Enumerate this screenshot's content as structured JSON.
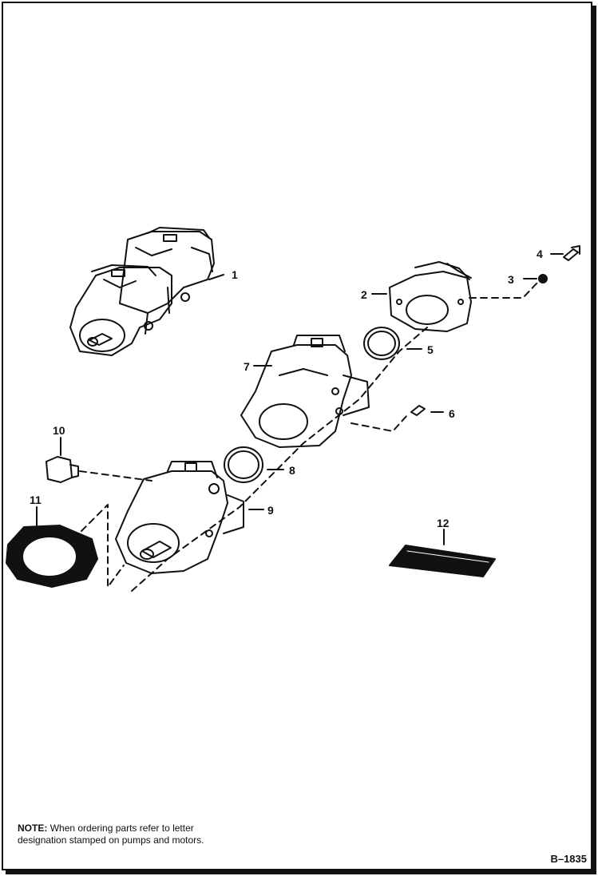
{
  "callouts": {
    "c1": "1",
    "c2": "2",
    "c3": "3",
    "c4": "4",
    "c5": "5",
    "c6": "6",
    "c7": "7",
    "c8": "8",
    "c9": "9",
    "c10": "10",
    "c11": "11",
    "c12": "12"
  },
  "note": {
    "label": "NOTE:",
    "text": "When ordering parts refer to letter designation stamped on pumps and motors."
  },
  "figure_id": "B–1835"
}
